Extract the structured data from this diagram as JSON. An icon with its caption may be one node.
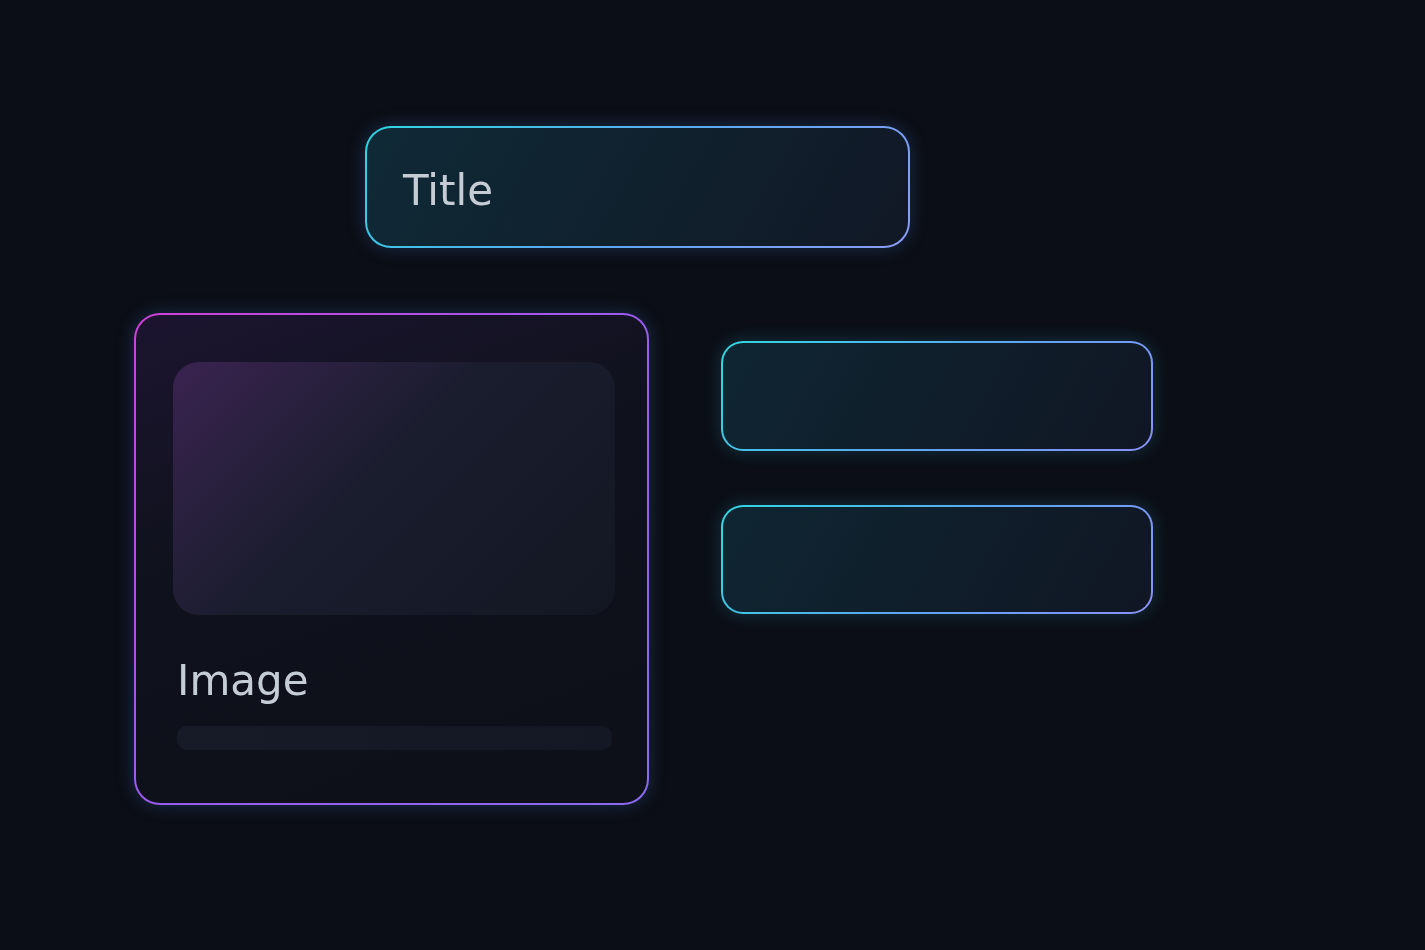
{
  "diagram": {
    "nodes": [
      {
        "text": [
          "Title"
        ]
      },
      {
        "text": [
          "Image"
        ]
      },
      {
        "text": [],
        "shape": "box",
        "in": 1
      },
      {
        "text": [],
        "shape": "bar",
        "in": 1
      },
      {
        "text": [],
        "shape": "box"
      },
      {
        "text": [],
        "shape": "box"
      }
    ]
  }
}
